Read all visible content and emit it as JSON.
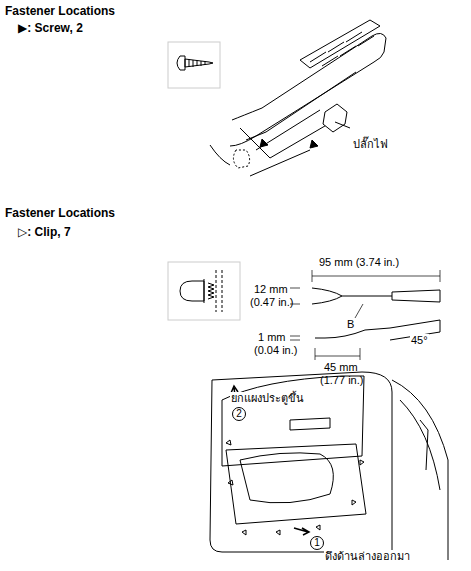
{
  "diagram": {
    "labels": [
      "Fastener Locations",
      "▶: Screw, 2",
      "ปลั๊กไฟ",
      "Fastener Locations",
      "▷: Clip, 7",
      "95 mm (3.74 in.)",
      "12 mm",
      "(0.47 in.)",
      "B",
      "1 mm",
      "(0.04 in.)",
      "45°",
      "45 mm",
      "(1.77 in.)",
      "ยกแผงประตูขึ้น",
      "2",
      "1",
      "ดึงด้านล่างออกมา"
    ]
  }
}
